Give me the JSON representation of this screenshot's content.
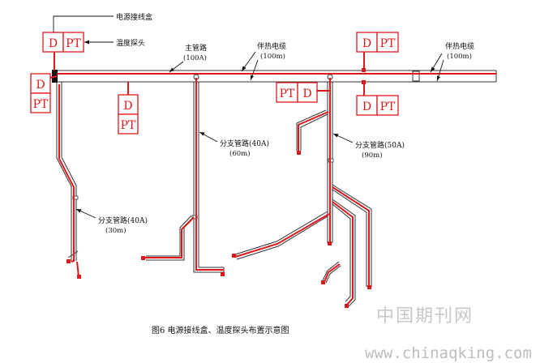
{
  "labels": {
    "junction_box": "电源接线盒",
    "temp_probe": "温度探头",
    "main_pipe": "主管路",
    "main_pipe_len": "(100A)",
    "heat_cable_1": "伴热电缆",
    "heat_cable_1_len": "(100m)",
    "heat_cable_2": "伴热电缆",
    "heat_cable_2_len": "(100m)",
    "branch_40a_60m": "分支管路(40A)",
    "branch_40a_60m_len": "(60m)",
    "branch_50a_90m": "分支管路(50A)",
    "branch_50a_90m_len": "(90m)",
    "branch_40a_30m": "分支管路(40A)",
    "branch_40a_30m_len": "(30m)"
  },
  "box_text": {
    "d": "D",
    "pt": "PT"
  },
  "caption": "图6  电源接线盒、温度探头布置示意图",
  "watermark": {
    "cn": "中国期刊网",
    "url": "www.chinaqking.com"
  },
  "colors": {
    "cable": "#e0171b",
    "pipe": "#333333",
    "text": "#111111"
  }
}
